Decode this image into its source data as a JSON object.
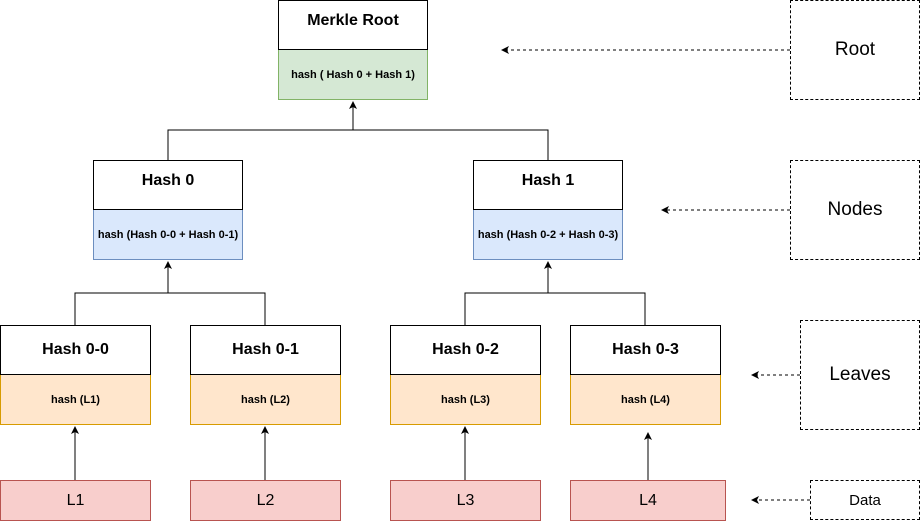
{
  "root": {
    "title": "Merkle Root",
    "formula": "hash ( Hash 0 +  Hash 1)"
  },
  "nodes": [
    {
      "title": "Hash 0",
      "formula": "hash (Hash 0-0 + Hash 0-1)"
    },
    {
      "title": "Hash 1",
      "formula": "hash (Hash 0-2 + Hash 0-3)"
    }
  ],
  "leaves": [
    {
      "title": "Hash 0-0",
      "formula": "hash (L1)"
    },
    {
      "title": "Hash 0-1",
      "formula": "hash (L2)"
    },
    {
      "title": "Hash 0-2",
      "formula": "hash (L3)"
    },
    {
      "title": "Hash 0-3",
      "formula": "hash (L4)"
    }
  ],
  "data": [
    "L1",
    "L2",
    "L3",
    "L4"
  ],
  "labels": {
    "root": "Root",
    "nodes": "Nodes",
    "leaves": "Leaves",
    "data": "Data"
  },
  "colors": {
    "root_fill": "#d5e8d4",
    "node_fill": "#dae8fc",
    "leaf_fill": "#ffe6cc",
    "data_fill": "#f8cecc"
  }
}
